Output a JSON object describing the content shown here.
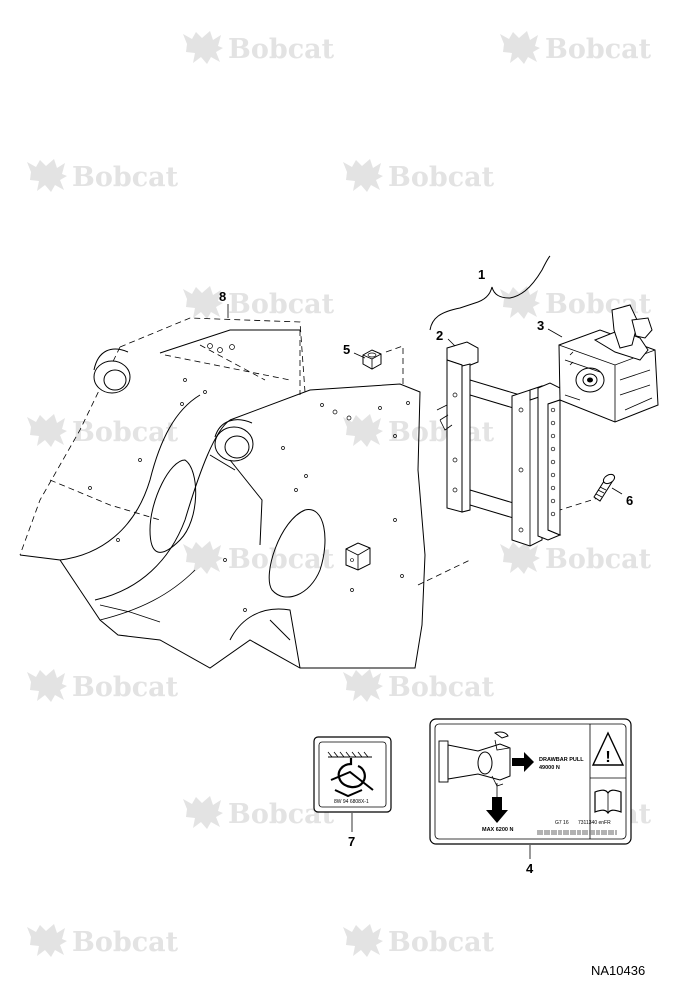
{
  "watermark": {
    "text": "Bobcat"
  },
  "callouts": [
    "1",
    "2",
    "3",
    "4",
    "5",
    "6",
    "7",
    "8"
  ],
  "decal_4": {
    "pull_label": "DRAWBAR PULL",
    "pull_value": "49000 N",
    "max_label": "MAX 6200 N",
    "code_left": "G7 16",
    "code_right": "7311340 enFR"
  },
  "decal_7": {
    "code": "8W 94 6808X-1"
  },
  "drawing_number": "NA10436"
}
